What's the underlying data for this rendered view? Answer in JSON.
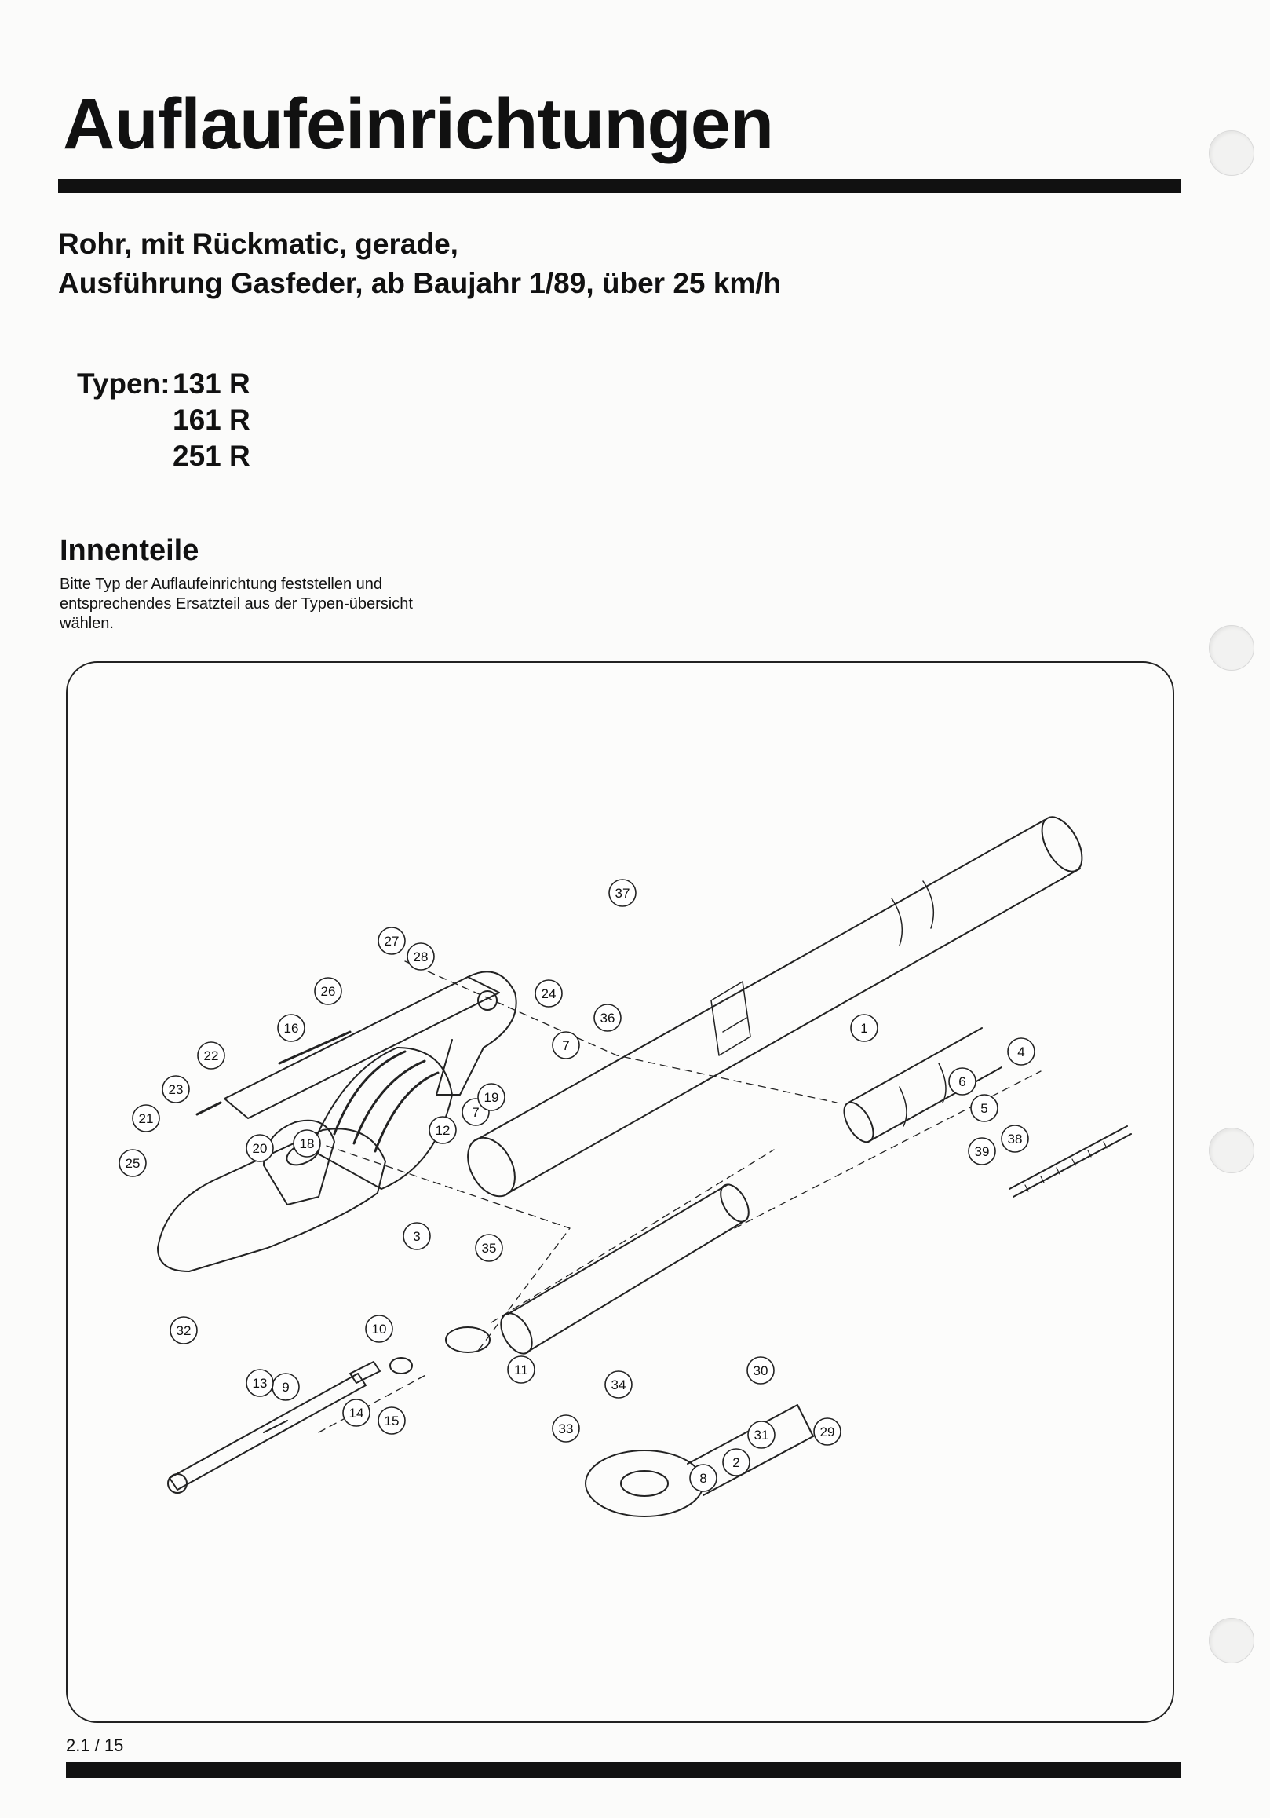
{
  "header": {
    "title": "Auflaufeinrichtungen",
    "subtitle_line1": "Rohr, mit Rückmatic, gerade,",
    "subtitle_line2": "Ausführung Gasfeder, ab Baujahr 1/89, über 25 km/h"
  },
  "types": {
    "label": "Typen:",
    "items": [
      "131 R",
      "161 R",
      "251 R"
    ]
  },
  "section": {
    "heading": "Innenteile",
    "note": "Bitte Typ der Auflaufeinrichtung feststellen und entsprechendes Ersatzteil aus der Typen-übersicht wählen."
  },
  "diagram": {
    "part_numbers": [
      "1",
      "2",
      "3",
      "4",
      "5",
      "6",
      "7",
      "7",
      "8",
      "9",
      "10",
      "11",
      "12",
      "13",
      "14",
      "15",
      "16",
      "18",
      "19",
      "20",
      "21",
      "22",
      "23",
      "24",
      "25",
      "26",
      "27",
      "28",
      "29",
      "30",
      "31",
      "32",
      "33",
      "34",
      "35",
      "36",
      "37",
      "38",
      "39"
    ]
  },
  "footer": {
    "page_number": "2.1 / 15"
  },
  "colors": {
    "ink": "#111111",
    "paper": "#fbfbfa"
  }
}
